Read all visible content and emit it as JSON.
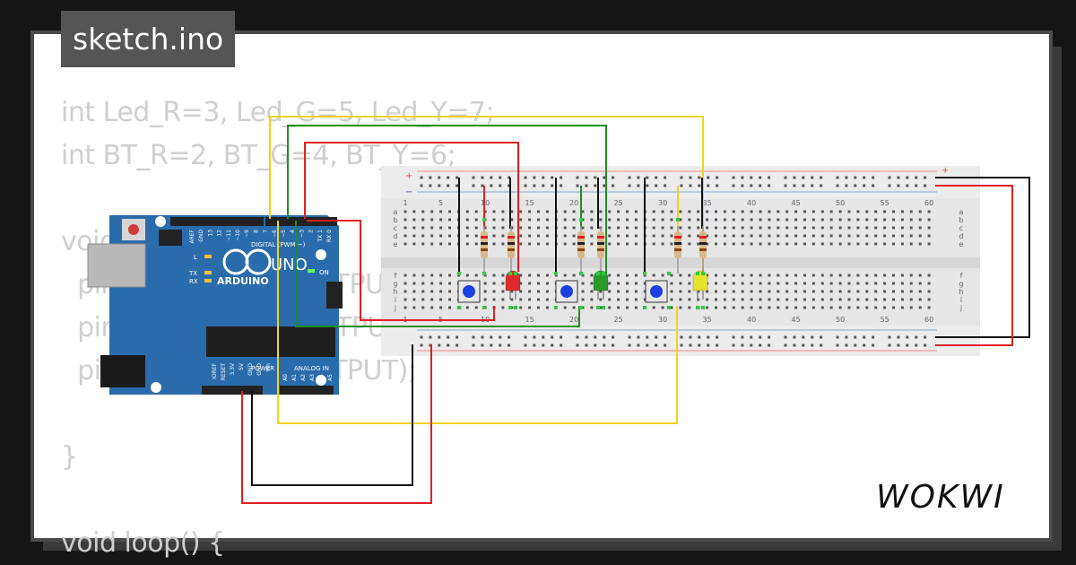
{
  "file_tab": "sketch.ino",
  "code_lines": [
    "int Led_R=3, Led_G=5, Led_Y=7;",
    "int BT_R=2, BT_G=4, BT_Y=6;",
    "",
    "void setup() {",
    "  pinMode(Led_R, OUTPUT);",
    "  pinMode(Led_G, OUTPUT);",
    "  pinMode(Led_Y, OUTPUT);",
    "",
    "}",
    "",
    "void loop() {"
  ],
  "arduino": {
    "model": "UNO",
    "brand": "ARDUINO",
    "digital_label": "DIGITAL (PWM ~)",
    "power_label": "POWER",
    "analog_label": "ANALOG IN",
    "on_label": "ON",
    "l_label": "L",
    "tx_label": "TX",
    "rx_label": "RX",
    "digital_pins": [
      "AREF",
      "GND",
      "13",
      "12",
      "~11",
      "~10",
      "~9",
      "8",
      "7",
      "~6",
      "~5",
      "4",
      "~3",
      "2",
      "TX 1",
      "RX 0"
    ],
    "power_pins": [
      "IOREF",
      "RESET",
      "3.3V",
      "5V",
      "GND",
      "GND",
      "Vin"
    ],
    "analog_pins": [
      "A0",
      "A1",
      "A2",
      "A3",
      "A4",
      "A5"
    ]
  },
  "breadboard": {
    "column_numbers": [
      "1",
      "5",
      "10",
      "15",
      "20",
      "25",
      "30",
      "35",
      "40",
      "45",
      "50",
      "55",
      "60"
    ],
    "rows_top": [
      "a",
      "b",
      "c",
      "d",
      "e"
    ],
    "rows_bottom": [
      "f",
      "g",
      "h",
      "i",
      "j"
    ],
    "plus": "+",
    "minus": "−"
  },
  "components": {
    "leds": [
      {
        "color": "red",
        "hex": "#e02a2a"
      },
      {
        "color": "green",
        "hex": "#2a9a2a"
      },
      {
        "color": "yellow",
        "hex": "#e6e230"
      }
    ],
    "buttons": [
      {
        "cap_hex": "#1c3fe0"
      },
      {
        "cap_hex": "#1c3fe0"
      },
      {
        "cap_hex": "#1c3fe0"
      }
    ]
  },
  "colors": {
    "wire_red": "#e02020",
    "wire_green": "#1e8f1e",
    "wire_yellow": "#f2d21a",
    "wire_black": "#111111",
    "board_blue": "#2a6cab",
    "code_text": "#cfcfcf"
  },
  "logo": {
    "text": "WOKWI"
  }
}
